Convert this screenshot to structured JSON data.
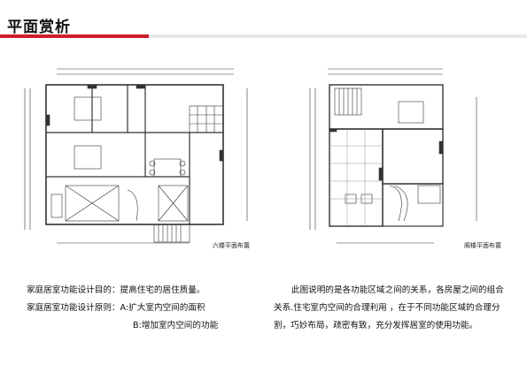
{
  "page": {
    "title": "平面赏析",
    "colors": {
      "accent_red": "#d21e2b",
      "accent_gray": "#e8e8e8"
    }
  },
  "plans": {
    "left_caption": "六楼平面布置",
    "right_caption": "阁楼平面布置"
  },
  "left_text": {
    "line1": "家庭居室功能设计目的：提高住宅的居住质量。",
    "line2": "家庭居室功能设计原则：A:扩大室内空间的面积",
    "line3": "B:增加室内空间的功能"
  },
  "right_text": {
    "line1": "此图说明的是各功能区域之间的关系，各房屋之间的组合",
    "line2": "关系.住宅室内空间的合理利用 ，在于不同功能区域的合理分",
    "line3": "割，巧妙布局，疏密有致，充分发挥居室的使用功能。"
  }
}
